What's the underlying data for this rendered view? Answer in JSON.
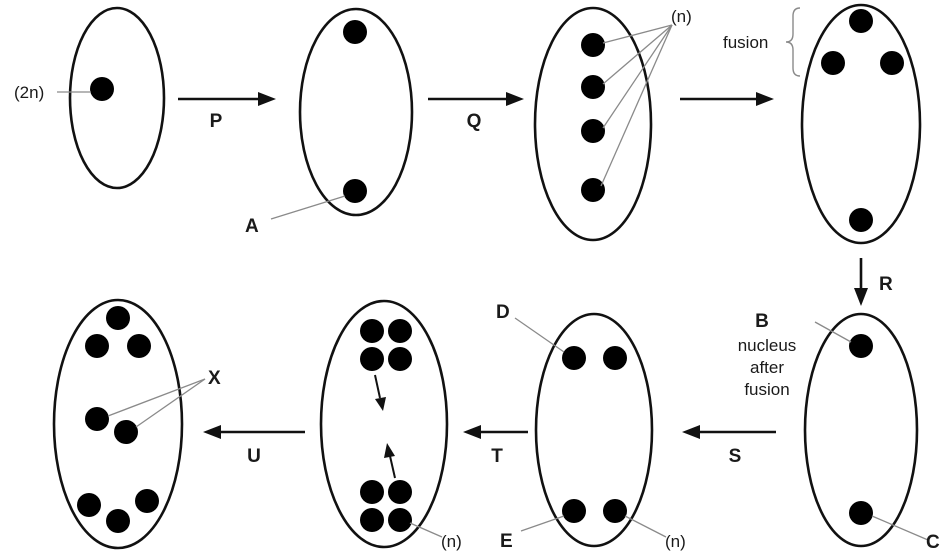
{
  "diagram": {
    "labels": {
      "two_n": "(2n)",
      "n": "(n)",
      "fusion": "fusion",
      "A": "A",
      "B": "B",
      "C": "C",
      "D": "D",
      "E": "E",
      "X": "X",
      "nucleus_after_fusion": [
        "nucleus",
        "after",
        "fusion"
      ]
    },
    "arrows": {
      "P": "P",
      "Q": "Q",
      "R": "R",
      "S": "S",
      "T": "T",
      "U": "U"
    },
    "stages": [
      {
        "id": "stage-1",
        "nuclei": 1
      },
      {
        "id": "stage-2",
        "nuclei": 2
      },
      {
        "id": "stage-3",
        "nuclei": 4
      },
      {
        "id": "stage-4",
        "nuclei": 4
      },
      {
        "id": "stage-5",
        "nuclei": 2
      },
      {
        "id": "stage-6",
        "nuclei": 4
      },
      {
        "id": "stage-7",
        "nuclei": 8
      },
      {
        "id": "stage-8",
        "nuclei": 8
      }
    ]
  }
}
